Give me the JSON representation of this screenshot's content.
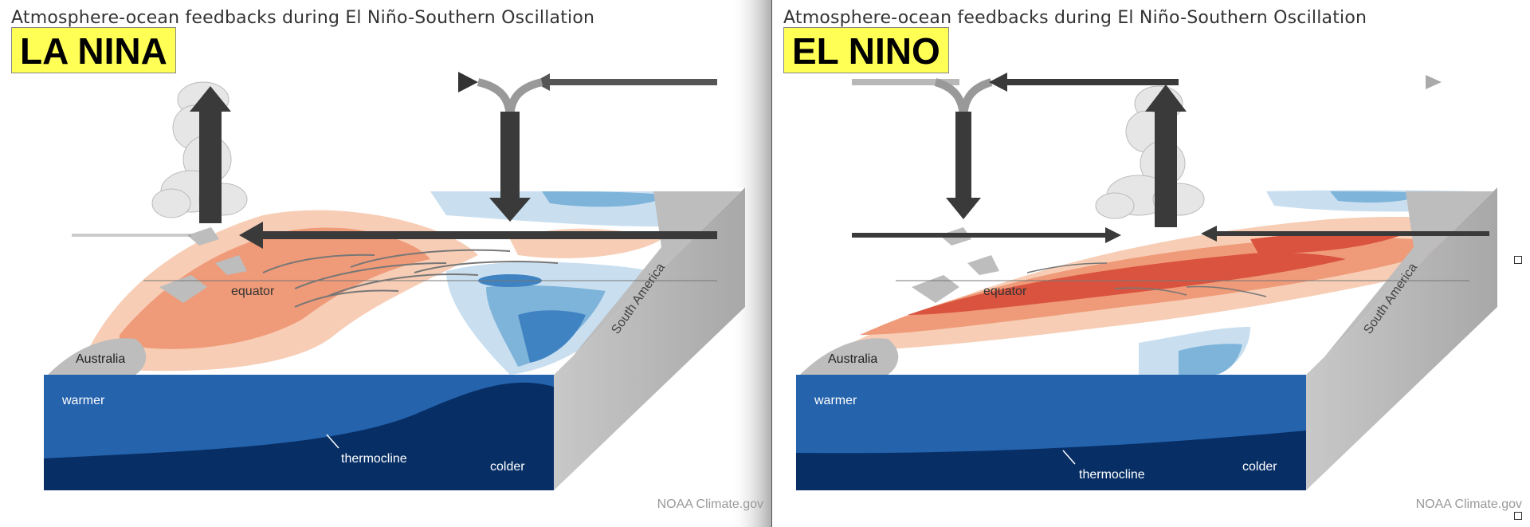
{
  "left_panel": {
    "title": "Atmosphere-ocean feedbacks during El Niño-Southern Oscillation",
    "badge": "LA NINA",
    "labels": {
      "equator": "equator",
      "australia": "Australia",
      "south_america": "South America",
      "warmer": "warmer",
      "thermocline": "thermocline",
      "colder": "colder"
    },
    "credit": "NOAA Climate.gov"
  },
  "right_panel": {
    "title": "Atmosphere-ocean feedbacks during El Niño-Southern Oscillation",
    "badge": "EL NINO",
    "labels": {
      "equator": "equator",
      "australia": "Australia",
      "south_america": "South America",
      "warmer": "warmer",
      "thermocline": "thermocline",
      "colder": "colder"
    },
    "credit": "NOAA Climate.gov"
  },
  "colors": {
    "warm_light": "#f7cdb5",
    "warm_mid": "#ef9a78",
    "warm_strong": "#d9533f",
    "cool_light": "#c9dff0",
    "cool_mid": "#7fb4da",
    "cool_strong": "#3f83c2",
    "ocean_warm": "#2563ad",
    "ocean_cold": "#072f66",
    "land": "#bdbdbd",
    "badge": "#ffff55"
  }
}
